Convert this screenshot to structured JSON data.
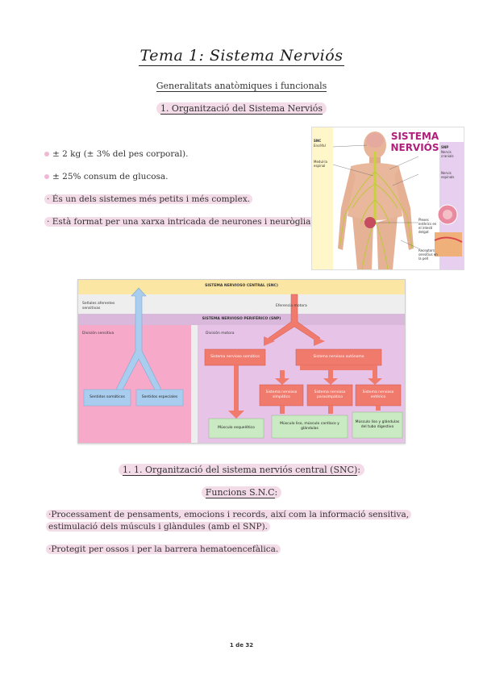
{
  "doc": {
    "title": "Tema 1: Sistema Nerviós",
    "subtitle": "Generalitats anatòmiques i funcionals",
    "section1": "1. Organització del Sistema Nerviós",
    "bullets1": [
      "± 2 kg (± 3% del pes corporal).",
      "± 25% consum de glucosa.",
      "És un dels sistemes més petits i més complex.",
      "Està format per una xarxa intricada de neurones i neuròglia."
    ],
    "section11": "1. 1. Organització del sistema nerviós central (SNC)",
    "section_funcs": "Funcions S.N.C",
    "para1": "Processament de pensaments, emocions i records, així com la informació sensitiva, estimulació dels músculs i glàndules (amb el SNP).",
    "para2": "Protegit per ossos i per la barrera hematoencefàlica.",
    "footer": "1 de 32"
  },
  "ns_figure": {
    "title": "SISTEMA NERVIÓS",
    "left_labels": [
      "SNC",
      "Encèfal",
      "Medul·la espinal"
    ],
    "right_labels": [
      "SNP",
      "Nervis cranials",
      "Nervis espinals",
      "Plexes entèrics en el intestí delgat",
      "Receptors sensitius en la pell"
    ]
  },
  "flow": {
    "snc": "SISTEMA NERVIOSO CENTRAL (SNC)",
    "snp": "SISTEMA NERVIOSO PERIFÉRICO (SNP)",
    "afferent": "Señales aferentes sensitivas",
    "efferent": "Eferencia motora",
    "sensory_division": "División sensitiva",
    "motor_division": "División motora",
    "somatic_senses": "Sentidos somáticos",
    "special_senses": "Sentidos especiales",
    "somatic_ns": "Sistema nervioso somático",
    "autonomic_ns": "Sistema nervioso autónomo",
    "sympathetic": "Sistema nervioso simpático",
    "parasympathetic": "Sistema nervioso parasimpático",
    "enteric": "Sistema nervioso entérico",
    "skeletal": "Músculo esquelético",
    "smooth": "Músculo liso, músculo cardíaco y glándulas",
    "digestive": "Músculo liso y glándulas del tubo digestivo"
  },
  "colors": {
    "highlight": "#f3dbe8",
    "snc_band": "#fce6a4",
    "snp_band": "#d9b8dc",
    "sensory": "#f7a9c9",
    "motor": "#e8c3e8",
    "red_box": "#f07a6c",
    "green_box": "#c9eac2",
    "blue_box": "#a9cdee"
  }
}
